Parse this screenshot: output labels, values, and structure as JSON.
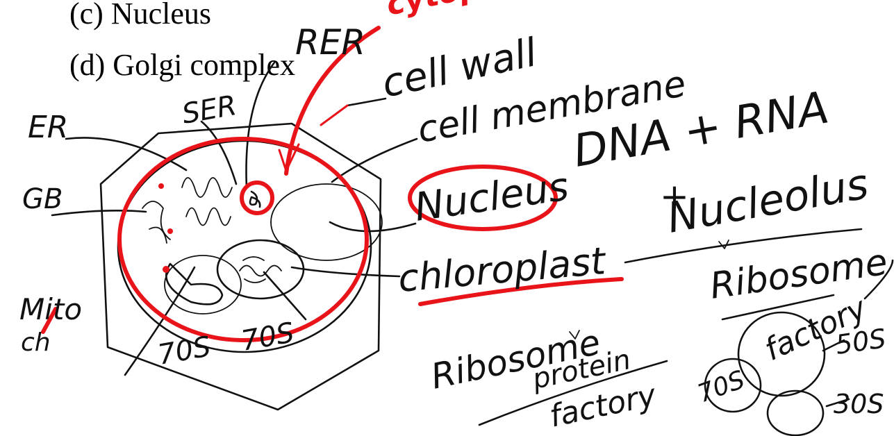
{
  "printed_options": {
    "c": "(c)  Nucleus",
    "d": "(d)  Golgi complex"
  },
  "handwritten": {
    "rer": "RER",
    "cytoplasm": "cytoplas",
    "cell_wall": "cell wall",
    "ser": "SER",
    "er": "ER",
    "cell_membrane": "cell membrane",
    "dna_rna": "DNA + RNA",
    "plus": "+",
    "gb": "GB",
    "nucleus": "Nucleus",
    "nucleolus": "Nucleolus",
    "chloroplast": "chloroplast",
    "ribosome_top": "Ribosome",
    "mito": "Mito",
    "ch": "ch",
    "s70_left": "70S",
    "s70_right": "70S",
    "ribosome_protein": "Ribosome",
    "protein": "protein",
    "factory": "factory",
    "factory_right": "factory",
    "s50": "50S",
    "s70_bottom": "70S",
    "s30": "30S"
  },
  "colors": {
    "ink": "#111111",
    "highlight": "#e8141a"
  }
}
